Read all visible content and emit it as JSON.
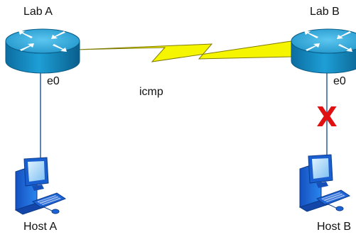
{
  "routers": [
    {
      "id": "lab-a",
      "label": "Lab A",
      "interface": "e0"
    },
    {
      "id": "lab-b",
      "label": "Lab B",
      "interface": "e0"
    }
  ],
  "hosts": [
    {
      "id": "host-a",
      "label": "Host A"
    },
    {
      "id": "host-b",
      "label": "Host B"
    }
  ],
  "wan_link": {
    "protocol_label": "icmp"
  },
  "failure": {
    "mark": "X",
    "color": "#e01010"
  },
  "colors": {
    "router_body": "#1a9fd4",
    "router_edge": "#0a5c86",
    "serial_link": "#f5f500",
    "cable": "#2a5d9f",
    "host_blue": "#1f6fe0"
  },
  "icons": {
    "router": "router-icon",
    "host": "desktop-computer-icon",
    "link": "serial-lightning-icon"
  }
}
